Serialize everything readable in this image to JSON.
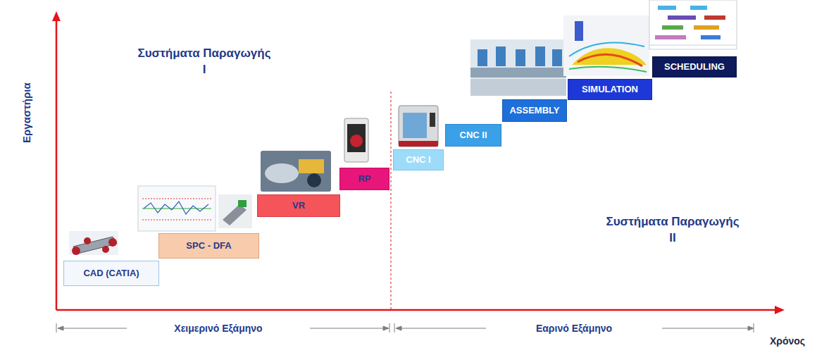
{
  "diagram": {
    "nodes": [
      {
        "text": [
          "CAD (CATIA)"
        ]
      },
      {
        "text": [
          "SPC - DFA"
        ]
      },
      {
        "text": [
          "VR"
        ]
      },
      {
        "text": [
          "RP"
        ]
      },
      {
        "text": [
          "CNC I"
        ]
      },
      {
        "text": [
          "CNC II"
        ]
      },
      {
        "text": [
          "ASSEMBLY"
        ]
      },
      {
        "text": [
          "SIMULATION"
        ]
      },
      {
        "text": [
          "SCHEDULING"
        ]
      }
    ],
    "labels": [
      "Εργαστήρια",
      "Συστήματα Παραγωγής I",
      "Συστήματα Παραγωγής II",
      "Χειμερινό Εξάμηνο",
      "Εαρινό Εξάμηνο",
      "Χρόνος"
    ]
  }
}
